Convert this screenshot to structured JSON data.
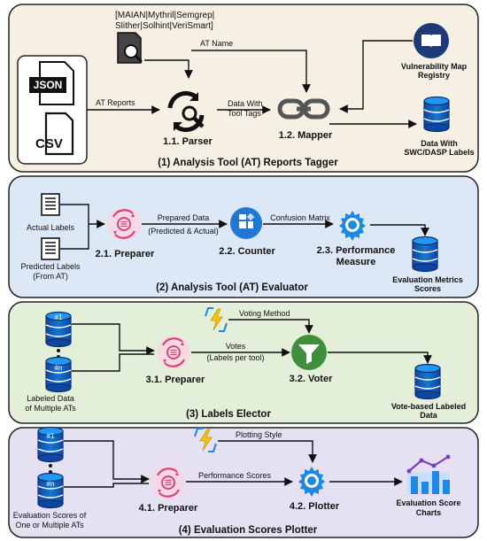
{
  "panels": [
    {
      "title": "(1) Analysis Tool (AT) Reports Tagger",
      "fill": "#f6f0e4",
      "tools_line1": "[MAIAN|Mythril|Semgrep|",
      "tools_line2": "Slither|Solhint|VeriSmart]",
      "file_json": "JSON",
      "file_csv": "CSV",
      "edge_at_reports": "AT Reports",
      "edge_at_name": "AT Name",
      "edge_tool_tags_1": "Data With",
      "edge_tool_tags_2": "Tool Tags",
      "parser": "1.1. Parser",
      "mapper": "1.2. Mapper",
      "registry_1": "Vulnerability Map",
      "registry_2": "Registry",
      "output_1": "Data With",
      "output_2": "SWC/DASP Labels"
    },
    {
      "title": "(2) Analysis Tool (AT) Evaluator",
      "fill": "#dce8f6",
      "actual_labels": "Actual Labels",
      "predicted_1": "Predicted Labels",
      "predicted_2": "(From AT)",
      "preparer": "2.1. Preparer",
      "edge_prepared_1": "Prepared Data",
      "edge_prepared_2": "(Predicted & Actual)",
      "counter": "2.2. Counter",
      "edge_confusion": "Confusion Matrix",
      "perf_1": "2.3. Performance",
      "perf_2": "Measure",
      "output_1": "Evaluation Metrics",
      "output_2": "Scores"
    },
    {
      "title": "(3) Labels Elector",
      "fill": "#e3efd9",
      "db_badge_top": "#1",
      "db_badge_bottom": "#n",
      "input_1": "Labeled Data",
      "input_2": "of Multiple ATs",
      "edge_voting_method": "Voting Method",
      "edge_votes_1": "Votes",
      "edge_votes_2": "(Labels per tool)",
      "preparer": "3.1. Preparer",
      "voter": "3.2. Voter",
      "output_1": "Vote-based Labeled",
      "output_2": "Data"
    },
    {
      "title": "(4) Evaluation Scores Plotter",
      "fill": "#e5e1f2",
      "db_badge_top": "#1",
      "db_badge_bottom": "#n",
      "input_1": "Evaluation Scores of",
      "input_2": "One or Multiple ATs",
      "edge_plotting_style": "Plotting Style",
      "edge_perf_scores": "Performance Scores",
      "preparer": "4.1. Preparer",
      "plotter": "4.2. Plotter",
      "output_1": "Evaluation Score",
      "output_2": "Charts"
    }
  ],
  "colors": {
    "dark": "#1f2937",
    "navy": "#1e3a78",
    "blue": "#1f78d1",
    "pink": "#d9457a",
    "green": "#3f8f3f",
    "purple": "#7a3fbf",
    "gear_blue": "#1e88e5"
  },
  "icons": [
    "document-icon",
    "search-icon",
    "sync-search-icon",
    "link-icon",
    "book-icon",
    "database-icon",
    "gear-icon",
    "counter-icon",
    "funnel-icon",
    "lightning-icon",
    "bar-chart-icon",
    "file-list-icon"
  ]
}
